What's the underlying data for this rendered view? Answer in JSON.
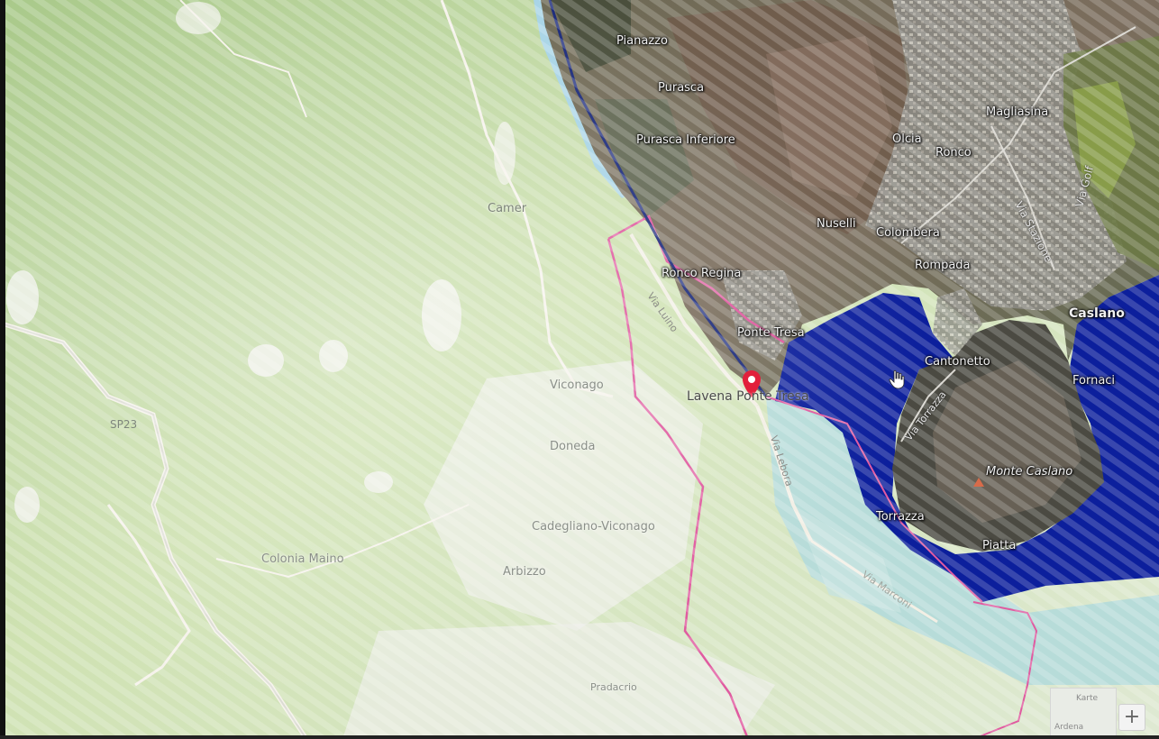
{
  "map": {
    "places": [
      {
        "id": "pianazzo",
        "label": "Pianazzo"
      },
      {
        "id": "purasca",
        "label": "Purasca"
      },
      {
        "id": "purasca-inferiore",
        "label": "Purasca Inferiore"
      },
      {
        "id": "magliasina",
        "label": "Magliasina"
      },
      {
        "id": "olcia",
        "label": "Olcia"
      },
      {
        "id": "ronco",
        "label": "Ronco"
      },
      {
        "id": "nuselli",
        "label": "Nuselli"
      },
      {
        "id": "colombera",
        "label": "Colombera"
      },
      {
        "id": "rompada",
        "label": "Rompada"
      },
      {
        "id": "ronco-regina",
        "label": "Ronco Regina"
      },
      {
        "id": "caslano",
        "label": "Caslano"
      },
      {
        "id": "ponte-tresa",
        "label": "Ponte Tresa"
      },
      {
        "id": "cantonetto",
        "label": "Cantonetto"
      },
      {
        "id": "fornaci",
        "label": "Fornaci"
      },
      {
        "id": "monte-caslano",
        "label": "Monte Caslano"
      },
      {
        "id": "torrazza",
        "label": "Torrazza"
      },
      {
        "id": "piatta",
        "label": "Piatta"
      },
      {
        "id": "camer",
        "label": "Camer"
      },
      {
        "id": "viconago",
        "label": "Viconago"
      },
      {
        "id": "doneda",
        "label": "Doneda"
      },
      {
        "id": "cadegliano-viconago",
        "label": "Cadegliano-Viconago"
      },
      {
        "id": "colonia-maino",
        "label": "Colonia Maino"
      },
      {
        "id": "arbizzo",
        "label": "Arbizzo"
      },
      {
        "id": "pradacrio",
        "label": "Pradacrio"
      },
      {
        "id": "lavena-ponte-tresa",
        "label": "Lavena Ponte Tresa"
      }
    ],
    "roads": {
      "sp23": "SP23",
      "via_luino": "Via Luino",
      "via_lebora": "Via Lebora",
      "via_torrazza": "Via Torrazza",
      "via_stazione": "Via Stazione",
      "via_golf": "Via Golf",
      "via_marconi": "Via Marconi"
    },
    "marker_place": "Lavena Ponte Tresa",
    "minimap": {
      "top_label": "Karte",
      "bottom_label": "Ardena"
    },
    "zoom_in_label": "+",
    "colors": {
      "lake_deep": "#0c1f9c",
      "lake_shallow": "#b7dcd9",
      "terrain_green": "#b9d597",
      "border_pink": "#e05aa0",
      "marker_red": "#e21f3b"
    }
  }
}
